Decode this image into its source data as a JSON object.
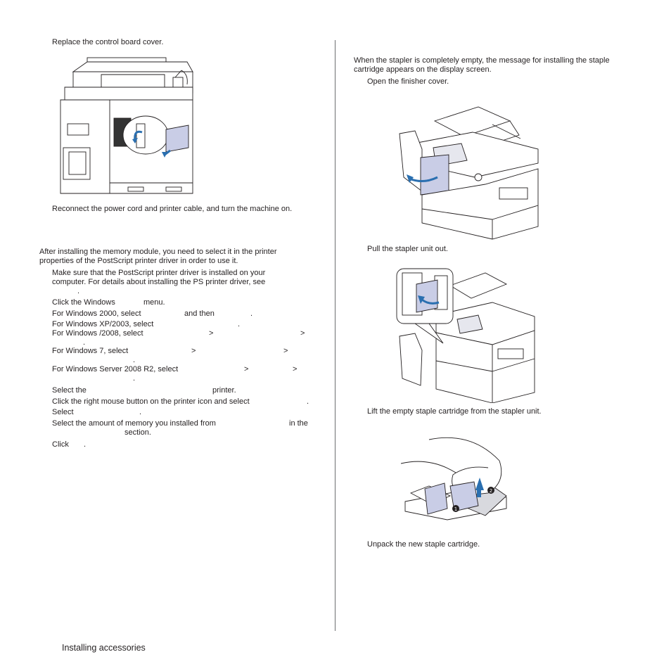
{
  "left": {
    "step_replace": "Replace the control board cover.",
    "step_reconnect": "Reconnect the power cord and printer cable, and turn the machine on.",
    "intro_line1": "After installing the memory module, you need to select it in the printer",
    "intro_line2": "properties of the PostScript printer driver in order to use it.",
    "s1_line1": "Make sure that the PostScript printer driver is installed on your",
    "s1_line2": "computer. For details about installing the PS printer driver, see",
    "s1_line3": ".",
    "s2": "Click the Windows",
    "s2b": "menu.",
    "s3a": "For Windows 2000, select",
    "s3b": "and then",
    "s3c": ".",
    "s4a": "For Windows XP/2003, select",
    "s4b": ".",
    "s5a": "For Windows /2008, select",
    "s5b": ">",
    "s5c": ">",
    "s5d": ".",
    "s6a": "For Windows 7, select",
    "s6b": ">",
    "s6c": ">",
    "s6d": ".",
    "s7a": "For Windows Server 2008 R2, select",
    "s7b": ">",
    "s7c": ">",
    "s7d": ".",
    "s8a": "Select the",
    "s8b": "printer.",
    "s9a": "Click the right mouse button on the printer icon and select",
    "s9b": ".",
    "s10a": "Select",
    "s10b": ".",
    "s11a": "Select the amount of memory you installed from",
    "s11b": "in the",
    "s11c": "section.",
    "s12a": "Click",
    "s12b": "."
  },
  "right": {
    "intro_line1": "When the stapler is completely empty, the message for installing the staple",
    "intro_line2": "cartridge appears on the display screen.",
    "step_open": "Open the finisher cover.",
    "step_pull": "Pull the stapler unit out.",
    "step_lift": "Lift the empty staple cartridge from the stapler unit.",
    "step_unpack": "Unpack the new staple cartridge."
  },
  "figures": {
    "callout_1": "1",
    "callout_2": "2"
  },
  "colors": {
    "text": "#231f20",
    "accent_blue": "#2a6fb0",
    "part_fill": "#c9cde6",
    "line": "#231f20"
  },
  "footer": {
    "section": "Installing accessories"
  }
}
